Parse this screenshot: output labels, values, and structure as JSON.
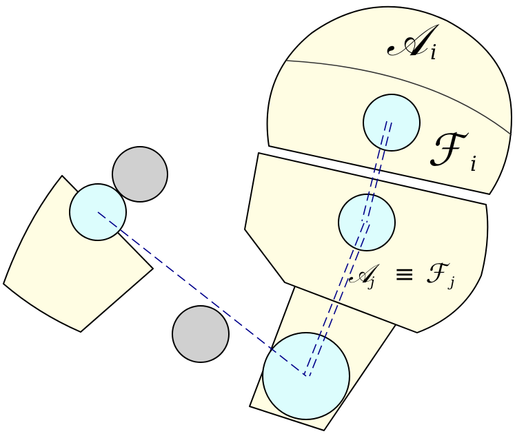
{
  "labels": {
    "region_i_top": {
      "symbol": "𝒜",
      "sub": "i"
    },
    "region_i_bottom": {
      "symbol": "ℱ",
      "sub": "i"
    },
    "region_j": {
      "left": "𝒜",
      "left_sub": "j",
      "relation": " ≡ ",
      "right": "ℱ",
      "right_sub": "j"
    }
  },
  "colors": {
    "region_fill": "#fffde3",
    "contact_fill": "#dcfdfd",
    "obstacle_fill": "#d0d0d0",
    "link_stroke": "#00008b"
  }
}
